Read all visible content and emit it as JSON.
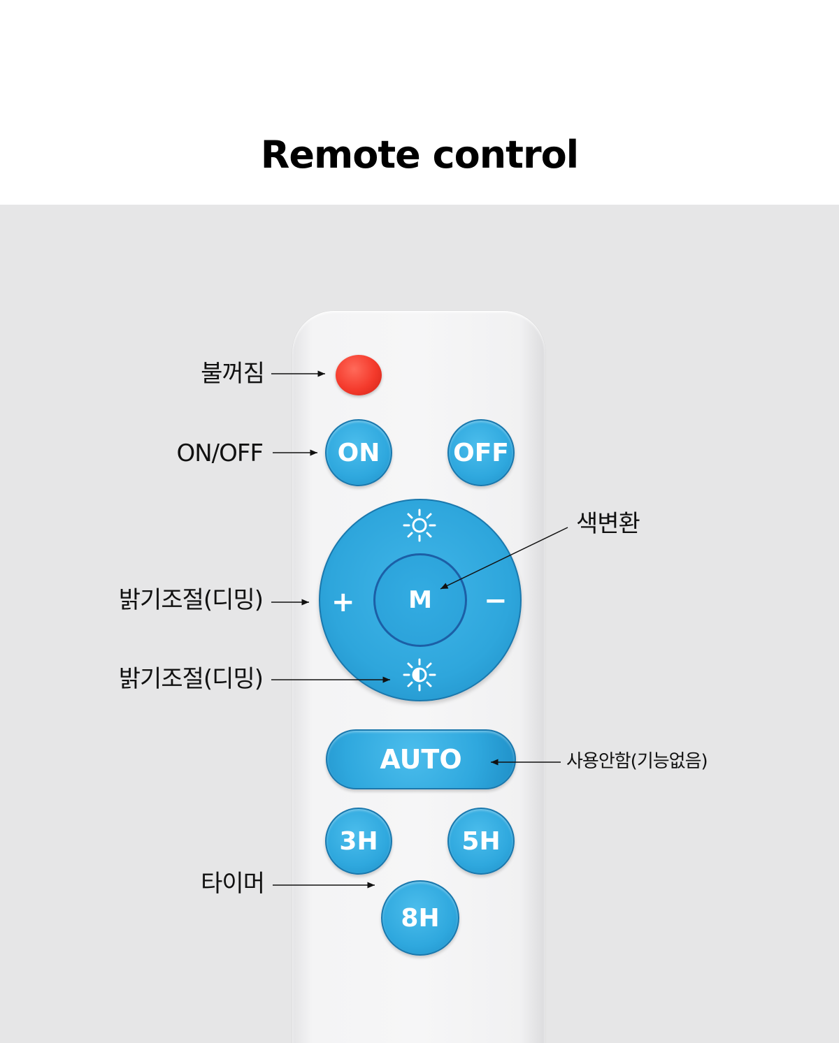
{
  "page": {
    "title": "Remote control"
  },
  "remote": {
    "buttons": {
      "on": "ON",
      "off": "OFF",
      "mode": "M",
      "plus": "+",
      "minus": "−",
      "auto": "AUTO",
      "timer_3h": "3H",
      "timer_5h": "5H",
      "timer_8h": "8H"
    }
  },
  "labels": {
    "power_off": "불꺼짐",
    "on_off": "ON/OFF",
    "color_change": "색변환",
    "dimming_1": "밝기조절(디밍)",
    "dimming_2": "밝기조절(디밍)",
    "auto_unused": "사용안함(기능없음)",
    "timer": "타이머"
  },
  "colors": {
    "button_blue": "#2fa8de",
    "power_red": "#f43a2c",
    "background_gray": "#e6e6e7"
  },
  "icons": [
    "sun-icon",
    "half-sun-icon",
    "arrow-icon"
  ]
}
